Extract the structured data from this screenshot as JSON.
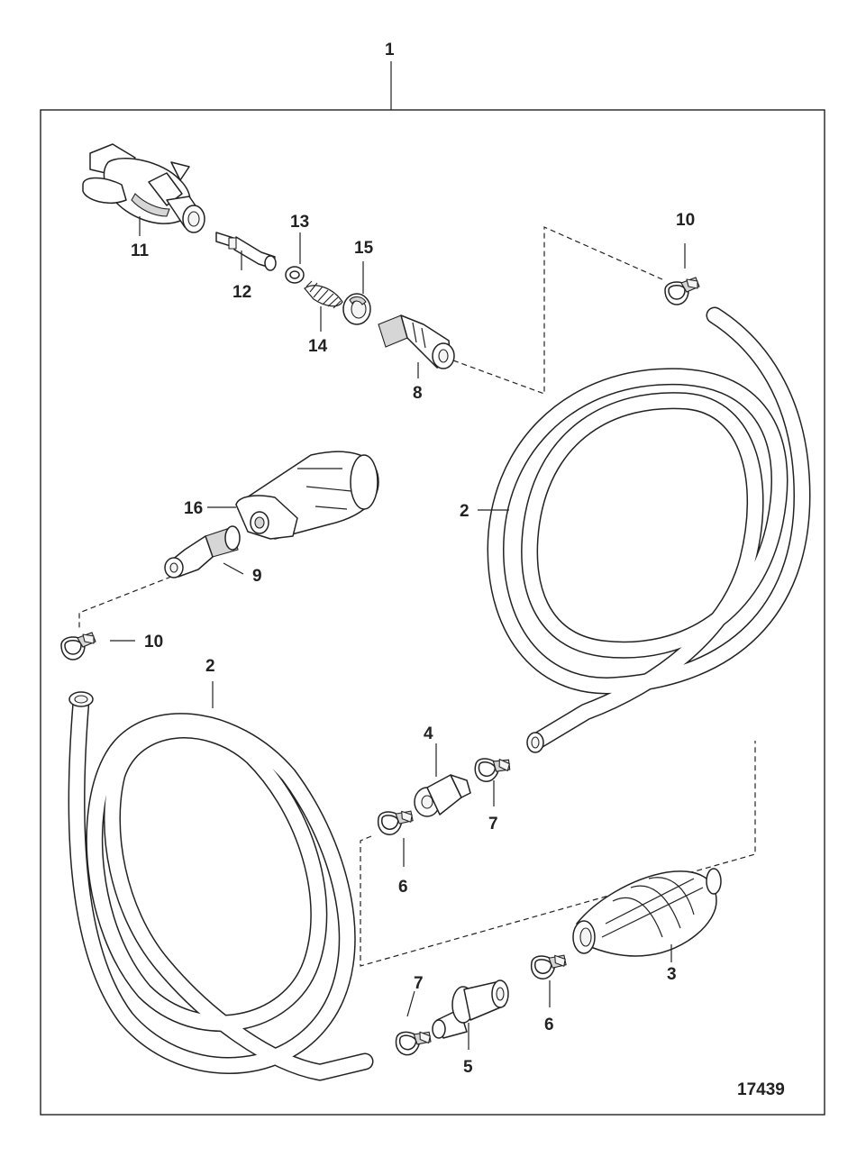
{
  "figure": {
    "assembly_callout": "1",
    "figure_number": "17439"
  },
  "callouts": {
    "c2_upper": "2",
    "c2_lower": "2",
    "c3": "3",
    "c4": "4",
    "c5": "5",
    "c6_upper": "6",
    "c6_lower": "6",
    "c7_upper": "7",
    "c7_lower": "7",
    "c8": "8",
    "c9": "9",
    "c10_upper": "10",
    "c10_lower": "10",
    "c11": "11",
    "c12": "12",
    "c13": "13",
    "c14": "14",
    "c15": "15",
    "c16": "16"
  },
  "parts": {
    "hose": "hose-icon",
    "primer_bulb": "primer-bulb-icon",
    "hose_clamp": "hose-clamp-icon",
    "fitting": "hose-fitting-icon",
    "fuel_connector": "fuel-connector-icon",
    "valve": "check-valve-icon",
    "spring": "spring-icon",
    "washer": "washer-icon",
    "o_ring": "o-ring-icon",
    "plug": "plug-icon"
  }
}
